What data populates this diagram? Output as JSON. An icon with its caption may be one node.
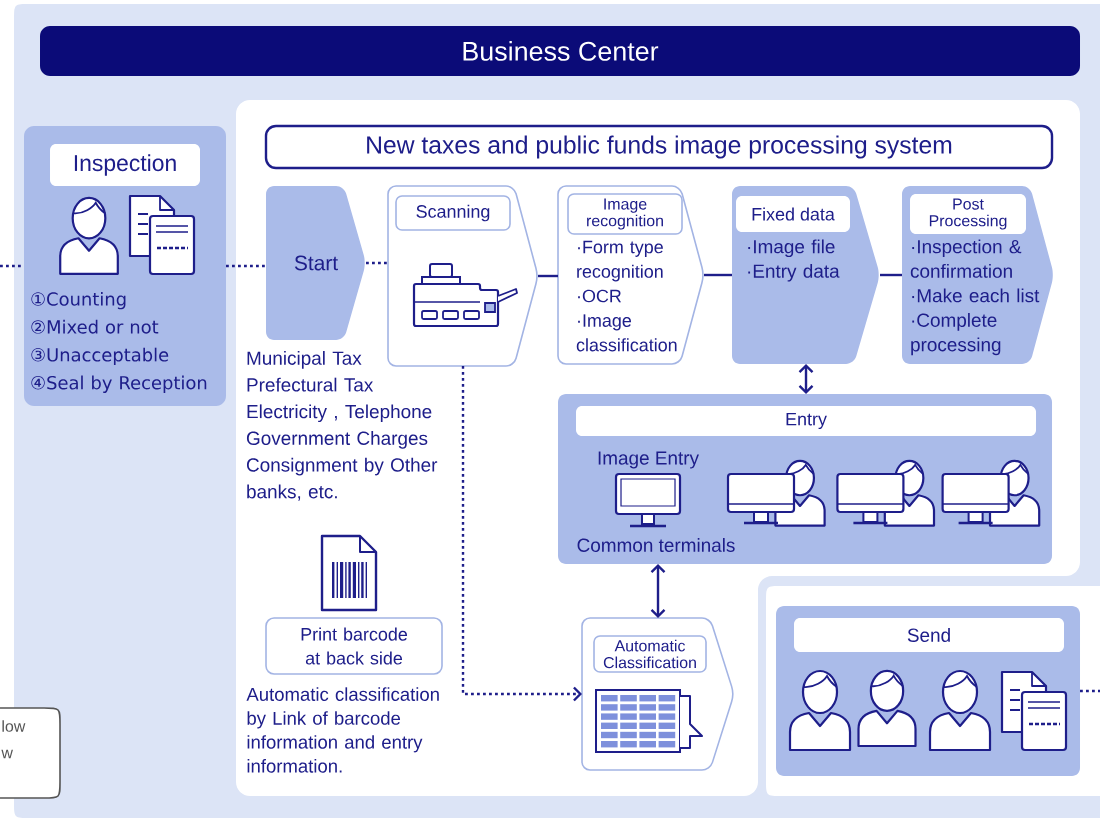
{
  "diagram": {
    "nodes": [
      {
        "text": [
          "Business Center"
        ]
      },
      {
        "text": [
          "Inspection",
          "①Counting",
          "②Mixed or not",
          "③Unacceptable",
          "④Seal by Reception"
        ],
        "in": 0
      },
      {
        "text": [
          "New taxes and public funds image processing system"
        ],
        "in": 0
      },
      {
        "text": [
          "Start"
        ],
        "in": 2,
        "beside": [
          "Municipal Tax",
          "Prefectural Tax",
          "Electricity , Telephone",
          "Government Charges",
          "Consignment by Other banks, etc."
        ]
      },
      {
        "text": [
          "Scanning"
        ],
        "in": 2
      },
      {
        "text": [
          "Image recognition",
          "·Form type recognition",
          "·OCR",
          "·Image classification"
        ],
        "in": 2
      },
      {
        "text": [
          "Fixed data",
          "·Image file",
          "·Entry data"
        ],
        "in": 2
      },
      {
        "text": [
          "Post Processing",
          "·Inspection & confirmation",
          "·Make each list",
          "·Complete processing"
        ],
        "in": 2
      },
      {
        "text": [
          "Entry",
          "Image Entry",
          "Common terminals"
        ],
        "in": 2
      },
      {
        "text": [
          "Print barcode at back side"
        ],
        "in": 2,
        "beside": [
          "Automatic classification by Link of barcode information and entry information."
        ]
      },
      {
        "text": [
          "Automatic Classification"
        ],
        "in": 2
      },
      {
        "text": [
          "Send"
        ],
        "in": 0
      },
      {
        "text": [
          "low",
          "w"
        ]
      }
    ],
    "edges": [
      {
        "from": null,
        "to": 1,
        "arrow": "none",
        "style": "dashed"
      },
      {
        "from": 1,
        "to": 3,
        "arrow": "none",
        "style": "dashed"
      },
      {
        "from": 3,
        "to": 4,
        "arrow": "none",
        "style": "dashed"
      },
      {
        "from": 4,
        "to": 5,
        "arrow": "none"
      },
      {
        "from": 5,
        "to": 6,
        "arrow": "none"
      },
      {
        "from": 6,
        "to": 7,
        "arrow": "none"
      },
      {
        "from": 6,
        "to": 8,
        "arrow": "both"
      },
      {
        "from": 8,
        "to": 10,
        "arrow": "both"
      },
      {
        "from": 4,
        "to": 10,
        "arrow": "to",
        "style": "dashed"
      },
      {
        "from": 11,
        "to": null,
        "arrow": "none",
        "style": "dashed"
      }
    ]
  }
}
